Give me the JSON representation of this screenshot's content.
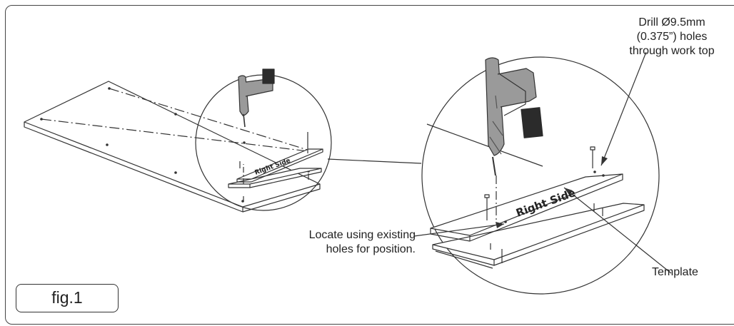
{
  "figure": {
    "label": "fig.1"
  },
  "callouts": {
    "drill": [
      "Drill Ø9.5mm",
      "(0.375”) holes",
      "through work top"
    ],
    "locate": [
      "Locate using existing",
      "holes for position."
    ],
    "template": "Template"
  },
  "template_text": {
    "small": "Right Side",
    "large": "Right Side"
  },
  "colors": {
    "line": "#333333",
    "drill_body": "#9a9a9a",
    "drill_dark": "#2b2b2b"
  }
}
